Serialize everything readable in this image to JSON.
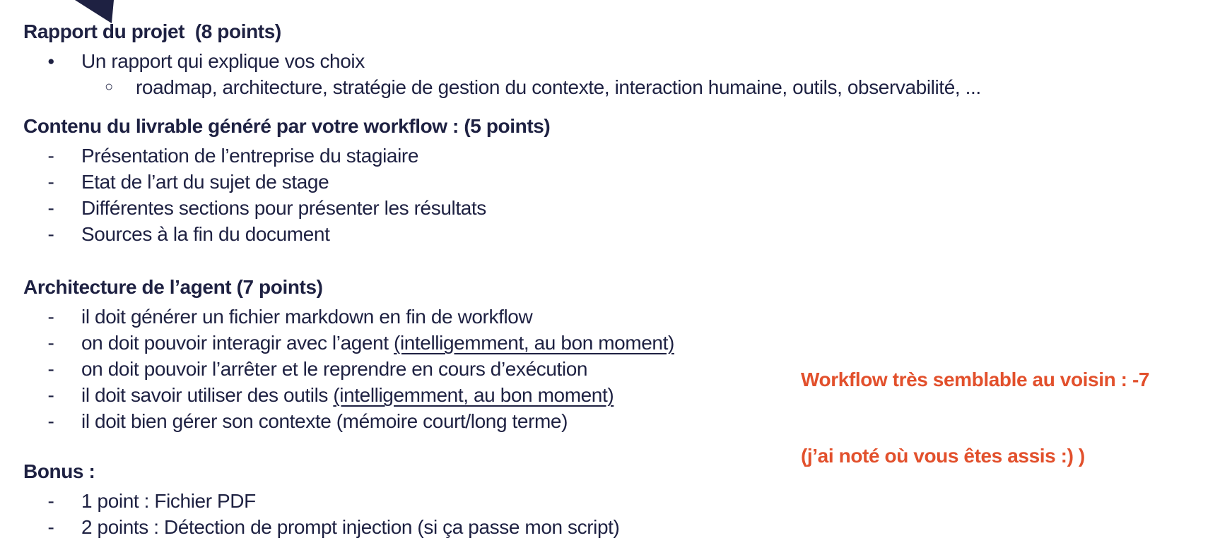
{
  "colors": {
    "ink": "#1e2142",
    "accent": "#e2502c",
    "background": "#ffffff"
  },
  "markers": {
    "disc": "●",
    "circle": "○",
    "dash": "-"
  },
  "sections": [
    {
      "id": "rapport",
      "heading": "Rapport du projet  (8 points)",
      "items": [
        {
          "level": 1,
          "marker": "disc",
          "text": "Un rapport qui explique vos choix"
        },
        {
          "level": 2,
          "marker": "circle",
          "text": "roadmap, architecture, stratégie de gestion du contexte, interaction humaine, outils, observabilité, ..."
        }
      ]
    },
    {
      "id": "contenu",
      "heading": "Contenu du livrable généré par votre workflow : (5 points)",
      "items": [
        {
          "level": 1,
          "marker": "dash",
          "text": "Présentation de l’entreprise du stagiaire"
        },
        {
          "level": 1,
          "marker": "dash",
          "text": "Etat de l’art du sujet de stage"
        },
        {
          "level": 1,
          "marker": "dash",
          "text": "Différentes sections pour présenter les résultats"
        },
        {
          "level": 1,
          "marker": "dash",
          "text": "Sources à la fin du document"
        }
      ]
    },
    {
      "id": "architecture",
      "heading": "Architecture de l’agent (7 points)",
      "items": [
        {
          "level": 1,
          "marker": "dash",
          "text": "il doit générer un fichier markdown en fin de workflow"
        },
        {
          "level": 1,
          "marker": "dash",
          "parts": [
            {
              "text": "on doit pouvoir interagir avec l’agent "
            },
            {
              "text": "(intelligemment, au bon moment)",
              "underline": true
            }
          ]
        },
        {
          "level": 1,
          "marker": "dash",
          "text": "on doit pouvoir l’arrêter et le reprendre en cours d’exécution"
        },
        {
          "level": 1,
          "marker": "dash",
          "parts": [
            {
              "text": "il doit savoir utiliser des outils "
            },
            {
              "text": "(intelligemment, au bon moment)",
              "underline": true
            }
          ]
        },
        {
          "level": 1,
          "marker": "dash",
          "text": "il doit bien gérer son contexte (mémoire court/long terme)"
        }
      ]
    },
    {
      "id": "bonus",
      "heading": "Bonus :",
      "items": [
        {
          "level": 1,
          "marker": "dash",
          "text": "1 point : Fichier PDF"
        },
        {
          "level": 1,
          "marker": "dash",
          "text": "2 points : Détection de prompt injection (si ça passe mon script)"
        }
      ]
    }
  ],
  "annotation": {
    "lines": [
      "Workflow très semblable au voisin : -7",
      "(j’ai noté où vous êtes assis :) )"
    ]
  }
}
